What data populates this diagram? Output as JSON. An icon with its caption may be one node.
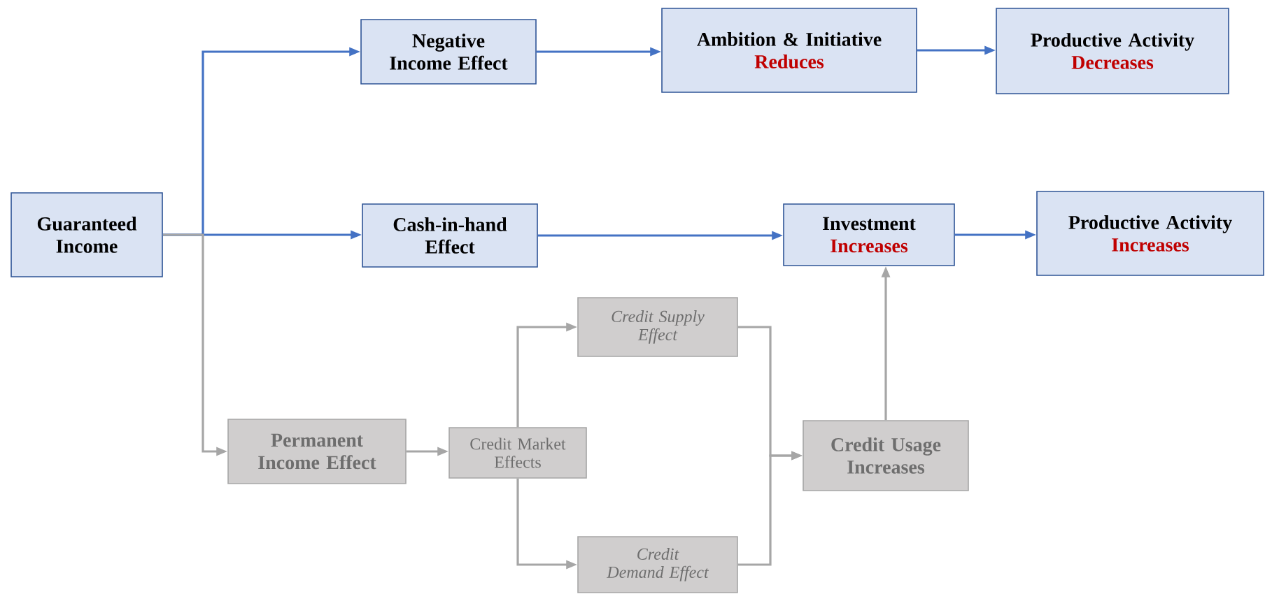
{
  "diagram": {
    "nodes": [
      {
        "text": [
          "Guaranteed Income"
        ]
      },
      {
        "text": [
          "Negative Income Effect"
        ]
      },
      {
        "text": [
          "Ambition & Initiative",
          "Reduces"
        ]
      },
      {
        "text": [
          "Productive Activity",
          "Decreases"
        ]
      },
      {
        "text": [
          "Cash-in-hand Effect"
        ]
      },
      {
        "text": [
          "Investment",
          "Increases"
        ]
      },
      {
        "text": [
          "Productive Activity",
          "Increases"
        ]
      },
      {
        "text": [
          "Permanent Income Effect"
        ]
      },
      {
        "text": [
          "Credit Market Effects"
        ]
      },
      {
        "text": [
          "Credit Supply Effect"
        ]
      },
      {
        "text": [
          "Credit Demand Effect"
        ]
      },
      {
        "text": [
          "Credit Usage Increases"
        ]
      }
    ],
    "edges": [
      {
        "from": 0,
        "to": 1,
        "arrow": "to",
        "color": "#4472c4"
      },
      {
        "from": 1,
        "to": 2,
        "arrow": "to",
        "color": "#4472c4"
      },
      {
        "from": 2,
        "to": 3,
        "arrow": "to",
        "color": "#4472c4"
      },
      {
        "from": 0,
        "to": 4,
        "arrow": "to",
        "color": "#4472c4"
      },
      {
        "from": 4,
        "to": 5,
        "arrow": "to",
        "color": "#4472c4"
      },
      {
        "from": 5,
        "to": 6,
        "arrow": "to",
        "color": "#4472c4"
      },
      {
        "from": 0,
        "to": 7,
        "arrow": "to"
      },
      {
        "from": 7,
        "to": 8,
        "arrow": "to"
      },
      {
        "from": 8,
        "to": 9,
        "arrow": "to"
      },
      {
        "from": 8,
        "to": 10,
        "arrow": "to"
      },
      {
        "from": 9,
        "to": 11,
        "arrow": "to"
      },
      {
        "from": 10,
        "to": 11,
        "arrow": "to"
      },
      {
        "from": 11,
        "to": 5,
        "arrow": "to"
      }
    ]
  }
}
